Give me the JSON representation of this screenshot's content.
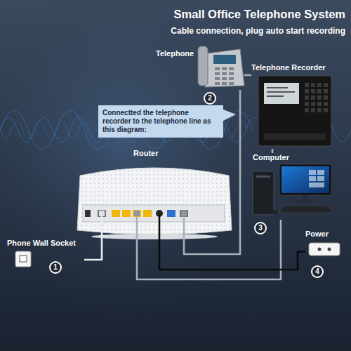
{
  "diagram": {
    "title": "Small Office Telephone System",
    "nodes": [
      {
        "text": [
          "Telephone"
        ]
      },
      {
        "text": [
          "Telephone Recorder"
        ]
      },
      {
        "text": [
          "Connectted the telephone recorder to the telephone line as this diagram:"
        ]
      },
      {
        "text": [
          "Computer"
        ]
      },
      {
        "text": [
          "Router"
        ]
      },
      {
        "text": [
          "Phone Wall Socket"
        ]
      },
      {
        "text": [
          "Power"
        ]
      }
    ],
    "edges": [
      {
        "from": 5,
        "to": 4,
        "arrow": "none"
      },
      {
        "from": 4,
        "to": 0,
        "arrow": "none"
      },
      {
        "from": 0,
        "to": 1,
        "arrow": "none"
      },
      {
        "from": 1,
        "to": 3,
        "arrow": "none"
      },
      {
        "from": 4,
        "to": 3,
        "arrow": "none"
      },
      {
        "from": 4,
        "to": 6,
        "arrow": "none"
      }
    ],
    "labels": [
      "Cable connection, plug auto start recording",
      "1",
      "2",
      "3",
      "4"
    ]
  }
}
